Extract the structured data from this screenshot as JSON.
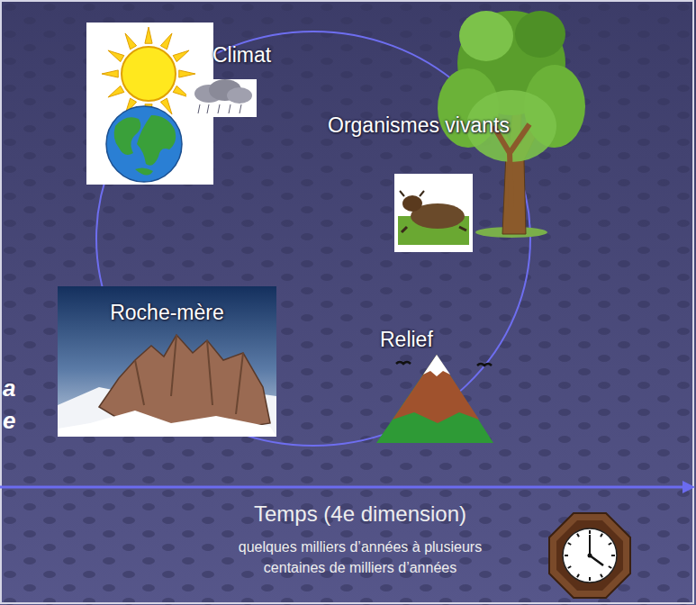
{
  "diagram": {
    "nodes": [
      {
        "text": [
          "Climat"
        ]
      },
      {
        "text": [
          "Organismes vivants"
        ]
      },
      {
        "text": [
          "Roche-mère"
        ]
      },
      {
        "text": [
          "Relief"
        ]
      }
    ],
    "labels": [
      "Temps (4e dimension)",
      "quelques milliers d’années à plusieurs centaines de milliers d’années",
      "a",
      "e"
    ]
  }
}
